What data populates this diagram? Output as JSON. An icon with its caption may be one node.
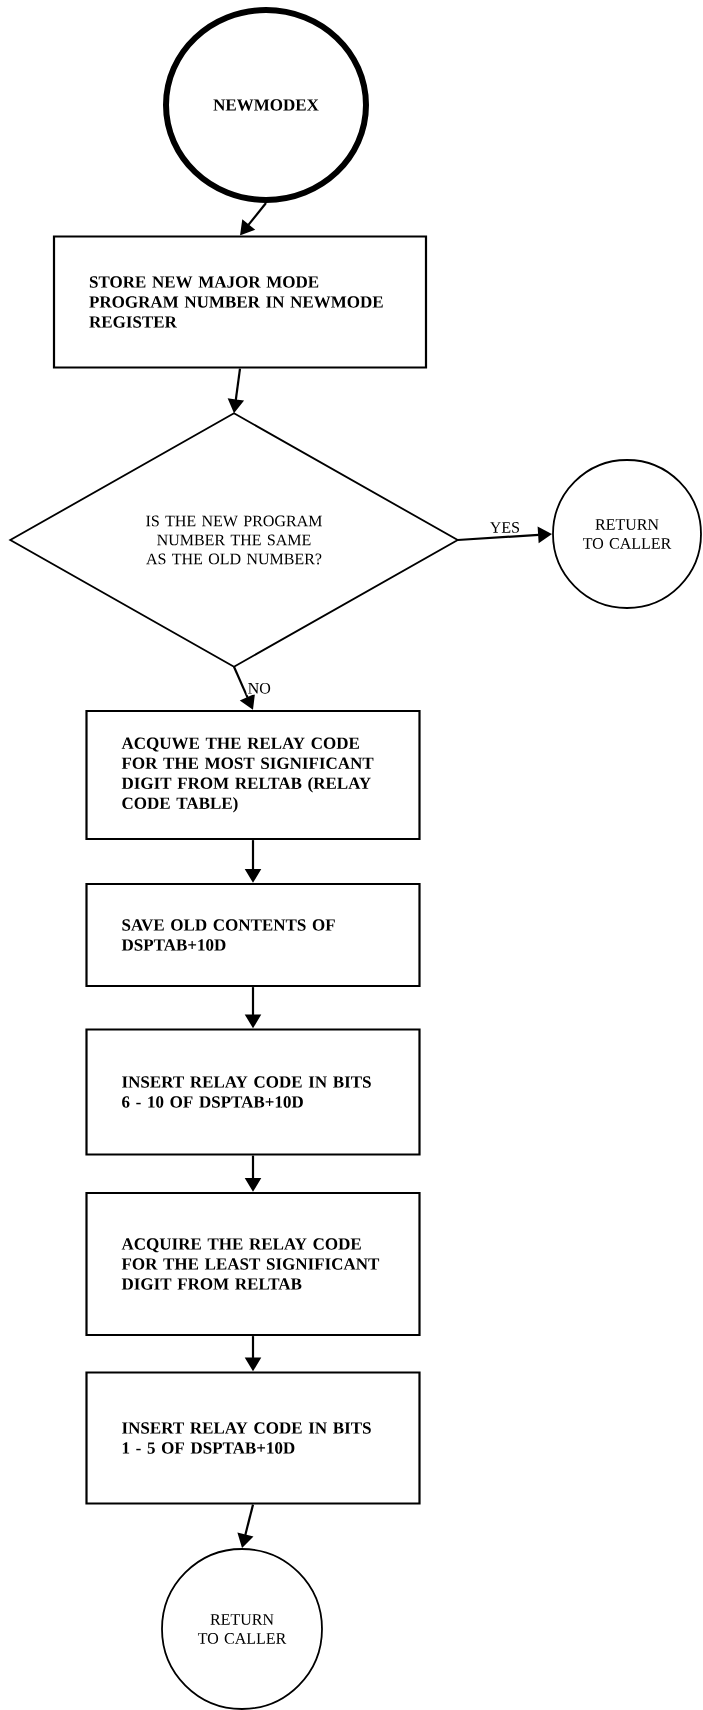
{
  "diagram": {
    "nodes": [
      {
        "text": [
          "NEWMODEX"
        ]
      },
      {
        "text": [
          "STORE NEW MAJOR MODE PROGRAM NUMBER IN NEWMODE REGISTER"
        ]
      },
      {
        "text": [
          "IS THE NEW PROGRAM NUMBER THE SAME AS THE OLD NUMBER?"
        ]
      },
      {
        "text": [
          "RETURN TO CALLER"
        ]
      },
      {
        "text": [
          "ACQUWE THE RELAY CODE FOR THE MOST SIGNIFICANT DIGIT FROM RELTAB (RELAY CODE TABLE)"
        ]
      },
      {
        "text": [
          "SAVE OLD CONTENTS OF DSPTAB+10D"
        ]
      },
      {
        "text": [
          "INSERT RELAY CODE IN BITS 6 - 10 OF DSPTAB+10D"
        ]
      },
      {
        "text": [
          "ACQUIRE THE RELAY CODE FOR THE LEAST SIGNIFICANT DIGIT FROM RELTAB"
        ]
      },
      {
        "text": [
          "INSERT RELAY CODE IN BITS 1 - 5 OF DSPTAB+10D"
        ]
      },
      {
        "text": [
          "RETURN TO CALLER"
        ]
      }
    ],
    "edges": [
      {
        "from": 0,
        "to": 1,
        "arrow": "to"
      },
      {
        "from": 1,
        "to": 2,
        "arrow": "to"
      },
      {
        "from": 2,
        "to": 3,
        "arrow": "to",
        "label": "YES"
      },
      {
        "from": 2,
        "to": 4,
        "arrow": "to",
        "label": "NO"
      },
      {
        "from": 4,
        "to": 5,
        "arrow": "to"
      },
      {
        "from": 5,
        "to": 6,
        "arrow": "to"
      },
      {
        "from": 6,
        "to": 7,
        "arrow": "to"
      },
      {
        "from": 7,
        "to": 8,
        "arrow": "to"
      },
      {
        "from": 8,
        "to": 9,
        "arrow": "to"
      }
    ]
  }
}
